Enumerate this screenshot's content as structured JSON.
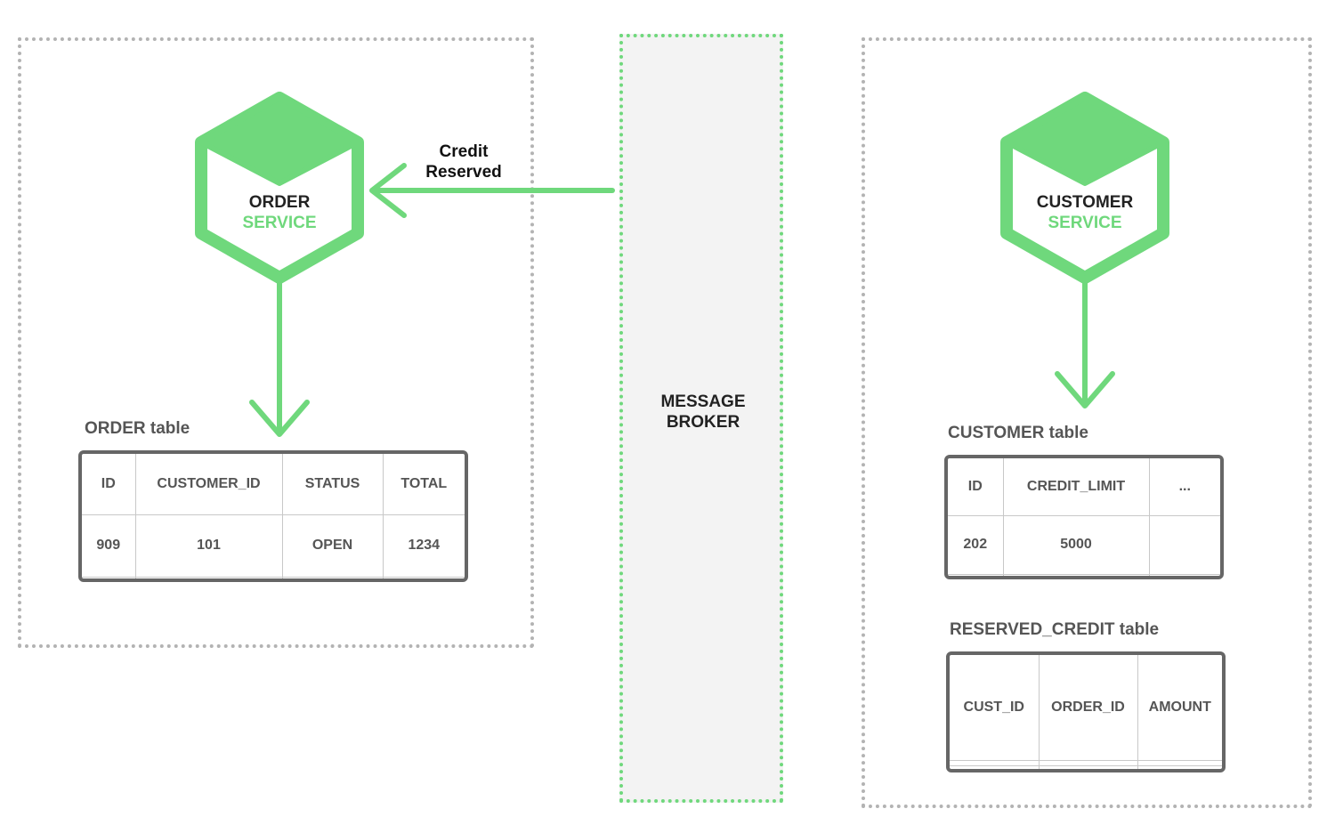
{
  "order_service": {
    "line1": "ORDER",
    "line2": "SERVICE"
  },
  "customer_service": {
    "line1": "CUSTOMER",
    "line2": "SERVICE"
  },
  "event": {
    "line1": "Credit",
    "line2": "Reserved"
  },
  "broker": {
    "line1": "MESSAGE",
    "line2": "BROKER"
  },
  "order_table": {
    "title": "ORDER table",
    "headers": [
      "ID",
      "CUSTOMER_ID",
      "STATUS",
      "TOTAL"
    ],
    "rows": [
      [
        "909",
        "101",
        "OPEN",
        "1234"
      ],
      [
        "",
        "",
        "",
        ""
      ]
    ]
  },
  "customer_table": {
    "title": "CUSTOMER table",
    "headers": [
      "ID",
      "CREDIT_LIMIT",
      "..."
    ],
    "rows": [
      [
        "202",
        "5000",
        ""
      ],
      [
        "",
        "",
        ""
      ]
    ]
  },
  "reserved_credit_table": {
    "title": "RESERVED_CREDIT table",
    "headers": [
      "CUST_ID",
      "ORDER_ID",
      "AMOUNT"
    ],
    "rows": [
      [
        "",
        "",
        ""
      ],
      [
        "",
        "",
        ""
      ]
    ]
  },
  "colors": {
    "accent_green": "#6fd87c",
    "boundary_gray": "#b3b3b3",
    "table_border": "#666666",
    "broker_fill": "#f3f3f3"
  }
}
